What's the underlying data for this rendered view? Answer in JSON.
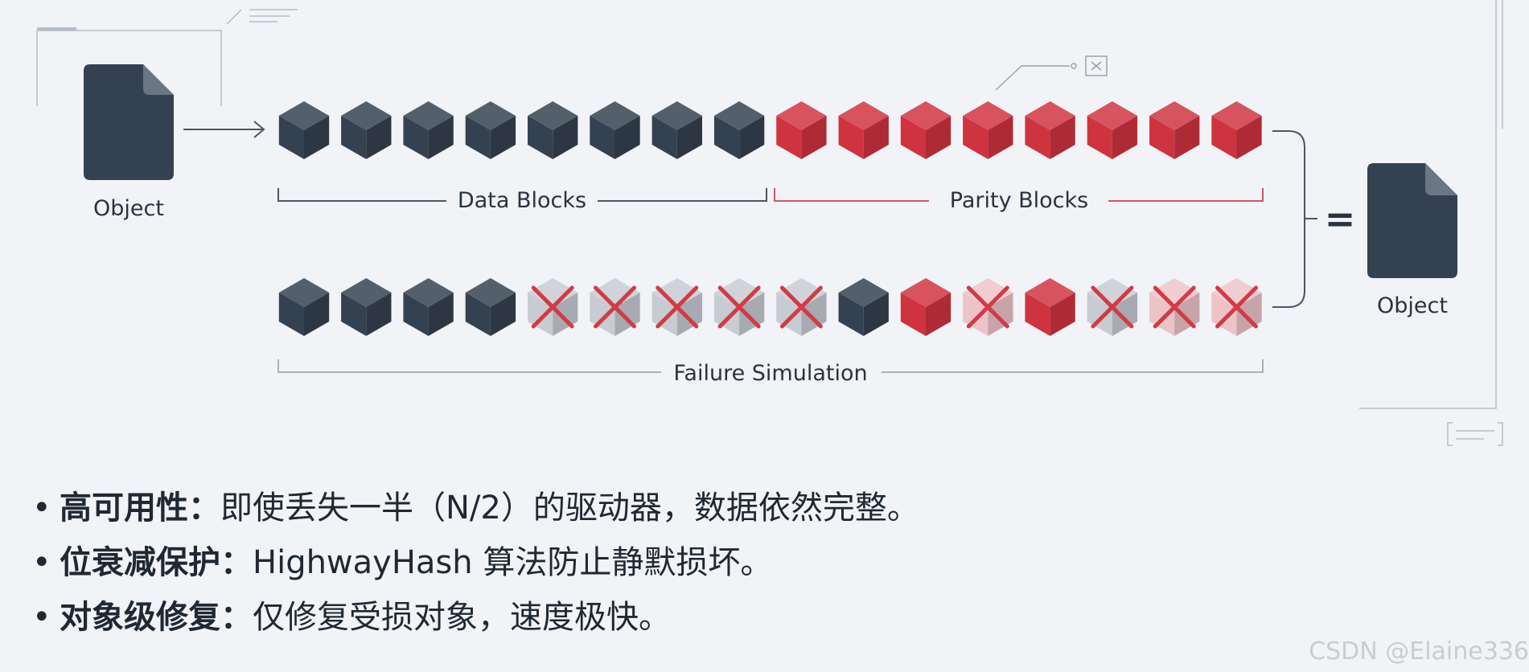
{
  "diagram": {
    "source_label": "Object",
    "result_label": "Object",
    "data_blocks_label": "Data Blocks",
    "parity_blocks_label": "Parity Blocks",
    "failure_label": "Failure Simulation",
    "equals_sign": "=",
    "top_row": [
      "data",
      "data",
      "data",
      "data",
      "data",
      "data",
      "data",
      "data",
      "parity",
      "parity",
      "parity",
      "parity",
      "parity",
      "parity",
      "parity",
      "parity"
    ],
    "bottom_row": [
      {
        "type": "data",
        "failed": false
      },
      {
        "type": "data",
        "failed": false
      },
      {
        "type": "data",
        "failed": false
      },
      {
        "type": "data",
        "failed": false
      },
      {
        "type": "data",
        "failed": true
      },
      {
        "type": "data",
        "failed": true
      },
      {
        "type": "data",
        "failed": true
      },
      {
        "type": "data",
        "failed": true
      },
      {
        "type": "data",
        "failed": true
      },
      {
        "type": "data",
        "failed": false
      },
      {
        "type": "parity",
        "failed": false
      },
      {
        "type": "parity",
        "failed": true
      },
      {
        "type": "parity",
        "failed": false
      },
      {
        "type": "data",
        "failed": true
      },
      {
        "type": "parity",
        "failed": true
      },
      {
        "type": "parity",
        "failed": true
      }
    ],
    "colors": {
      "data": "#344150",
      "parity": "#cf3340",
      "fail_mark": "#d23a45",
      "failed_data": "#c7ccd3",
      "failed_parity": "#ecc3c7",
      "line": "#4b5563",
      "parity_line": "#c85a63"
    }
  },
  "bullets": [
    {
      "term": "高可用性：",
      "desc": "即使丢失一半（N/2）的驱动器，数据依然完整。"
    },
    {
      "term": "位衰减保护：",
      "desc": "HighwayHash 算法防止静默损坏。"
    },
    {
      "term": "对象级修复：",
      "desc": "仅修复受损对象，速度极快。"
    }
  ],
  "bullet_mark": "•",
  "watermark": "CSDN @Elaine336"
}
